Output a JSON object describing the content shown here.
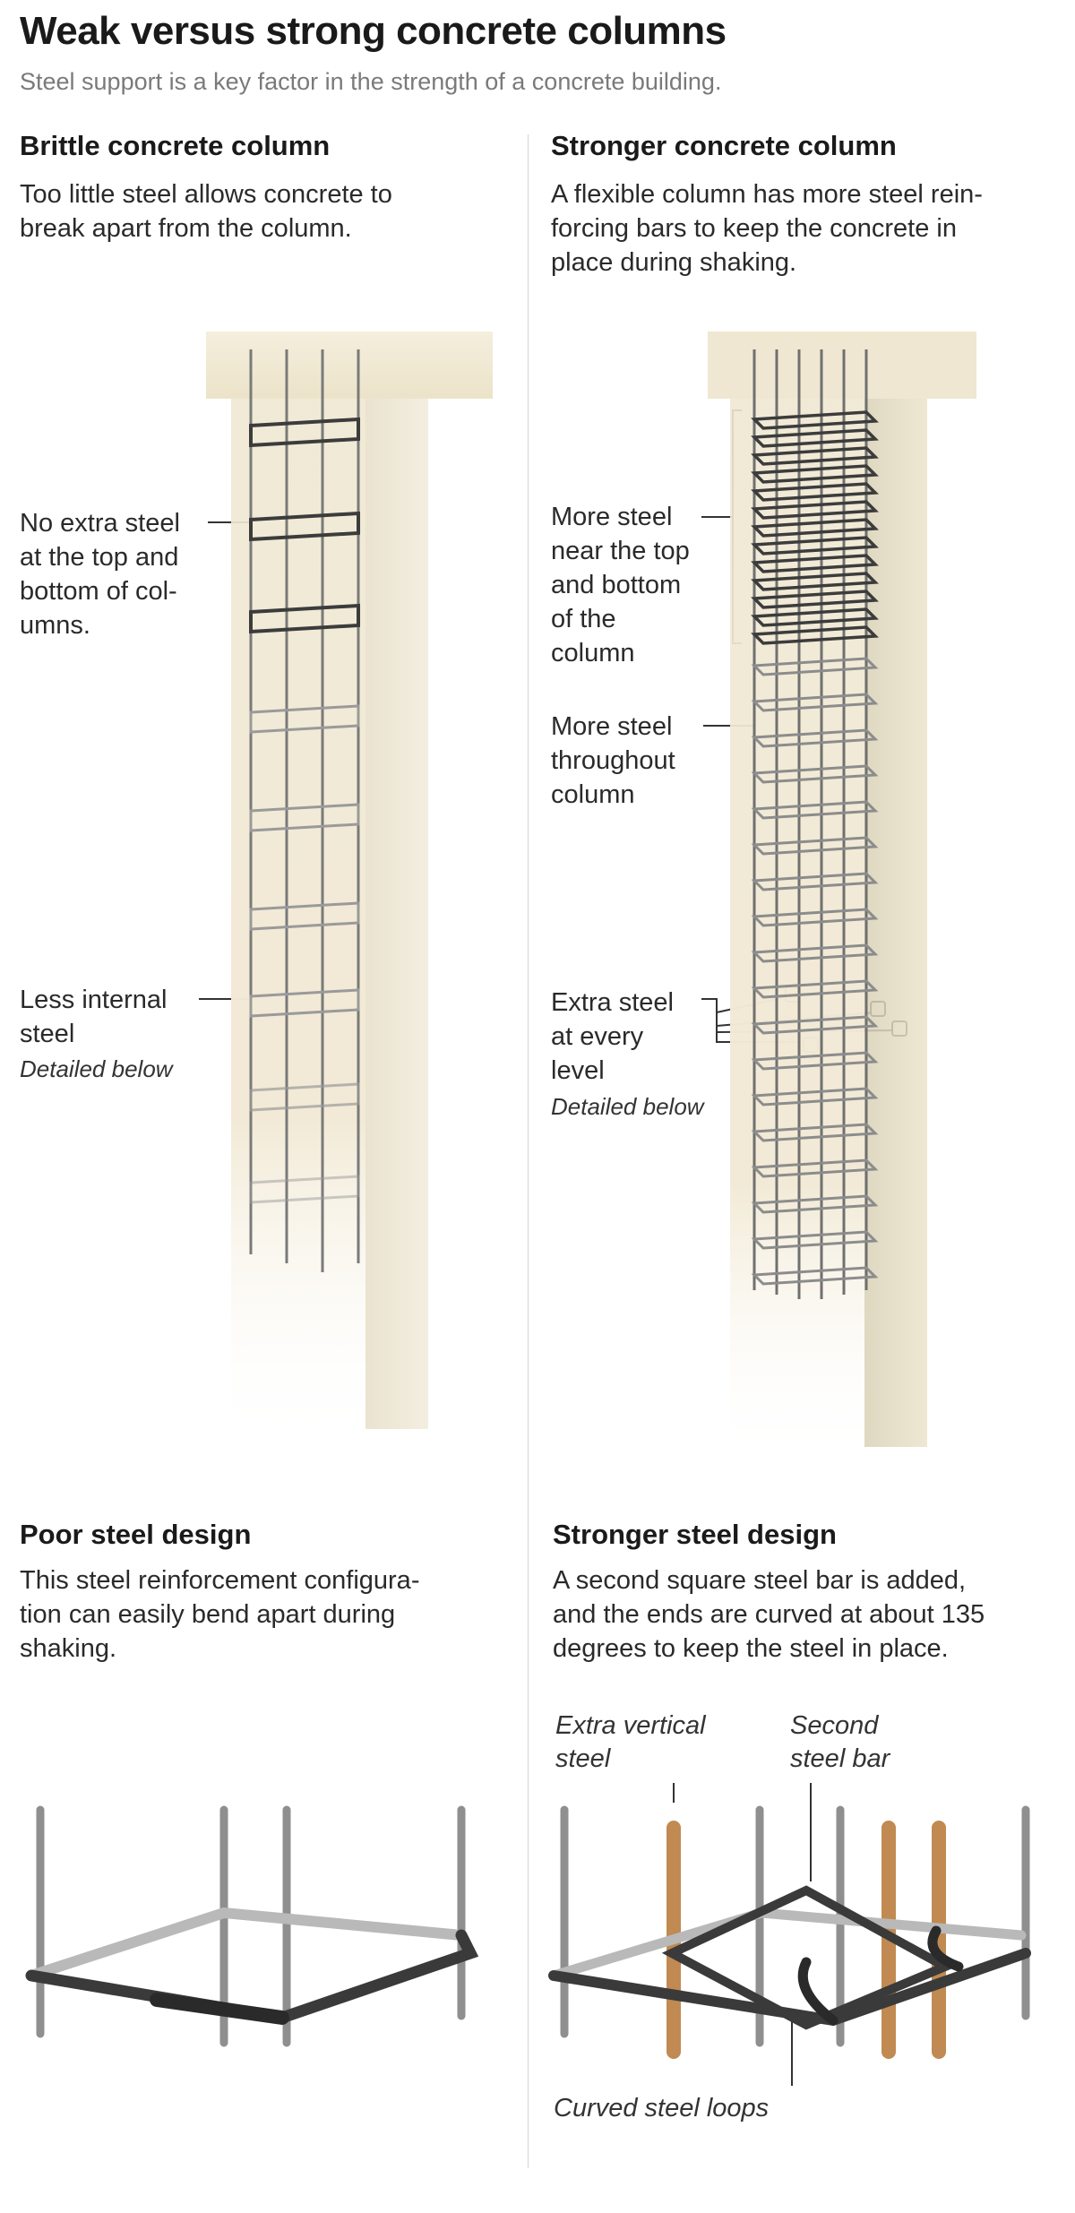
{
  "header": {
    "title": "Weak versus strong concrete columns",
    "subtitle": "Steel support is a key factor in the strength of a concrete building."
  },
  "left_panel": {
    "heading": "Brittle concrete column",
    "description": "Too little steel allows concrete to\nbreak apart from the column.",
    "label_top": "No extra steel\nat the top and\nbottom of col-\numns.",
    "label_internal": "Less internal\nsteel",
    "label_internal_note": "Detailed below"
  },
  "right_panel": {
    "heading": "Stronger concrete column",
    "description": "A flexible column has more steel rein-\nforcing bars to keep the concrete in\nplace during shaking.",
    "label_ends": "More steel\nnear the top\nand bottom\nof the\ncolumn",
    "label_throughout": "More steel\nthroughout\ncolumn",
    "label_extra": "Extra steel\nat every\nlevel",
    "label_extra_note": "Detailed below"
  },
  "bottom_left": {
    "heading": "Poor steel design",
    "description": "This steel reinforcement configura-\ntion can easily bend apart during\nshaking."
  },
  "bottom_right": {
    "heading": "Stronger steel design",
    "description": "A second square steel bar is added,\nand the ends are curved at about 135\ndegrees to keep the steel in place.",
    "callout_vertical": "Extra vertical\nsteel",
    "callout_second": "Second\nsteel bar",
    "callout_loops": "Curved steel loops"
  },
  "colors": {
    "concrete": "#efe7d2",
    "steel_dark": "#3c3c3c",
    "steel_light": "#9a9a9a",
    "copper": "#c08a52",
    "leader": "#333333"
  }
}
